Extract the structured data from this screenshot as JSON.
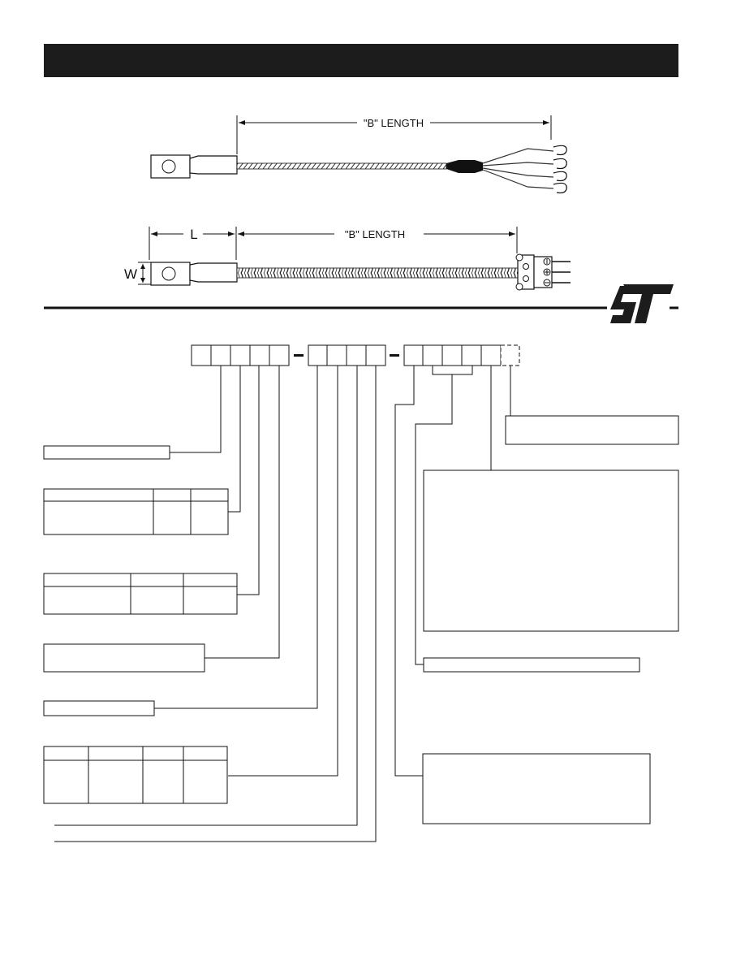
{
  "drawing": {
    "b_length_label": "\"B\" LENGTH",
    "l_label": "L",
    "w_label": "W"
  },
  "logo": {
    "text": "ST",
    "color": "#1c1c1c"
  },
  "part_number": {
    "group_sizes": [
      5,
      4,
      6
    ],
    "separator": "-"
  }
}
